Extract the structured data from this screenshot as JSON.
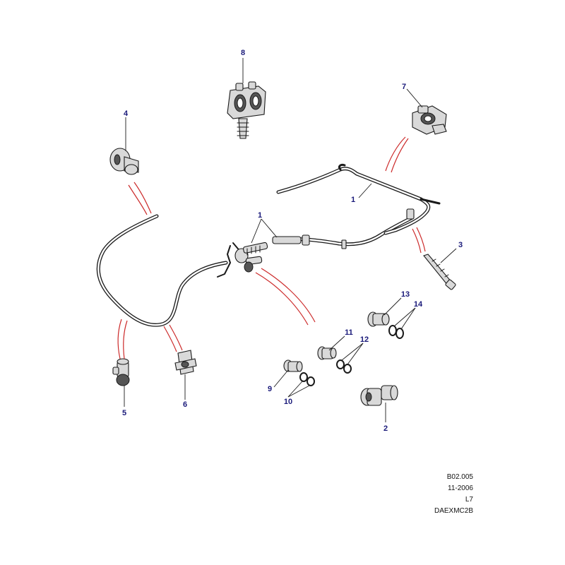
{
  "callouts": {
    "c1a": "1",
    "c1b": "1",
    "c2": "2",
    "c3": "3",
    "c4": "4",
    "c5": "5",
    "c6": "6",
    "c7": "7",
    "c8": "8",
    "c9": "9",
    "c10": "10",
    "c11": "11",
    "c12": "12",
    "c13": "13",
    "c14": "14"
  },
  "reference_block": {
    "code": "B02.005",
    "date": "11-2006",
    "model": "L7",
    "drawing_id": "DAEXMC2B"
  },
  "colors": {
    "callout_text": "#1a1a7a",
    "line_art": "#1a1a1a",
    "association_lines": "#cc2a2a"
  }
}
